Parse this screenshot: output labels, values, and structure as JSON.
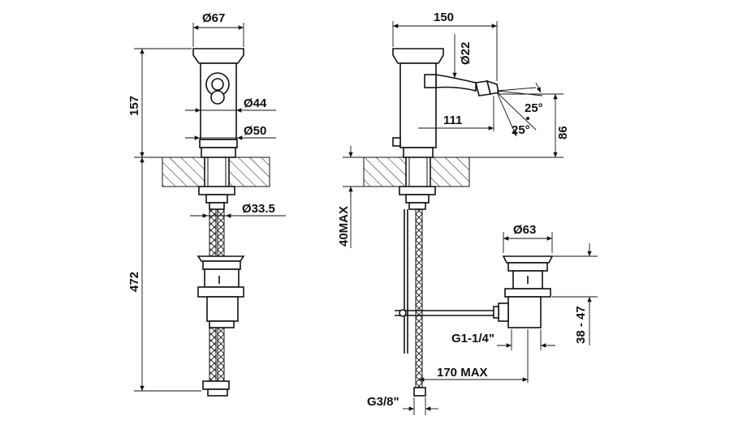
{
  "front_view": {
    "labels": {
      "d_top": "Ø67",
      "d_body": "Ø44",
      "d_base": "Ø50",
      "d_shank": "Ø33.5",
      "h_upper": "157",
      "h_lower": "472"
    }
  },
  "side_view": {
    "labels": {
      "reach": "150",
      "d_spout": "Ø22",
      "spout_dist": "111",
      "angle_up": "25°",
      "angle_down": "25°",
      "spout_height": "86",
      "deck_max": "40MAX"
    }
  },
  "waste_view": {
    "labels": {
      "d_cap": "Ø63",
      "thread": "G1-1/4\"",
      "height_range": "38 - 47",
      "rod_max": "170 MAX",
      "inlet_thread": "G3/8\""
    }
  }
}
